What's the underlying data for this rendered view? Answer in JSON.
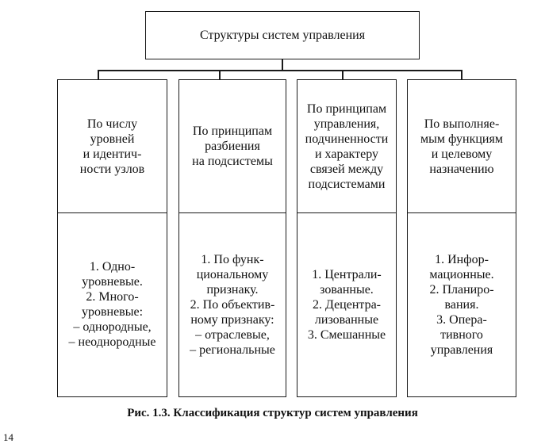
{
  "root": {
    "label": "Структуры систем управления"
  },
  "columns": [
    {
      "header": "По числу\nуровней\nи идентич-\nности узлов",
      "items": "1. Одно-\nуровневые.\n2. Много-\nуровневые:\n– однородные,\n– неоднородные"
    },
    {
      "header": "По принципам\nразбиения\nна подсистемы",
      "items": "1. По функ-\nциональному\nпризнаку.\n2. По объектив-\nному признаку:\n– отраслевые,\n– региональные"
    },
    {
      "header": "По принципам\nуправления,\nподчиненности\nи характеру\nсвязей между\nподсистемами",
      "items": "1. Централи-\nзованные.\n2. Децентра-\nлизованные\n3. Смешанные"
    },
    {
      "header": "По выполняе-\nмым функциям\nи целевому\nназначению",
      "items": "1. Инфор-\nмационные.\n2. Планиро-\nвания.\n3. Опера-\nтивного\nуправления"
    }
  ],
  "caption": "Рис. 1.3. Классификация структур систем управления",
  "page_number": "14"
}
